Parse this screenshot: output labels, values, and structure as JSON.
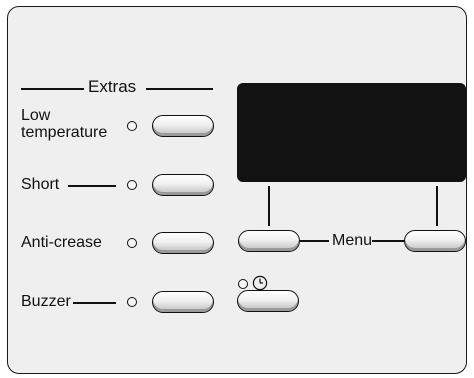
{
  "extras": {
    "title": "Extras",
    "low_temperature_line1": "Low",
    "low_temperature_line2": "temperature",
    "short": "Short",
    "anti_crease": "Anti-crease",
    "buzzer": "Buzzer"
  },
  "menu": {
    "label": "Menu"
  },
  "icons": {
    "indicator": "indicator-light",
    "delay_start": "clock-icon"
  }
}
